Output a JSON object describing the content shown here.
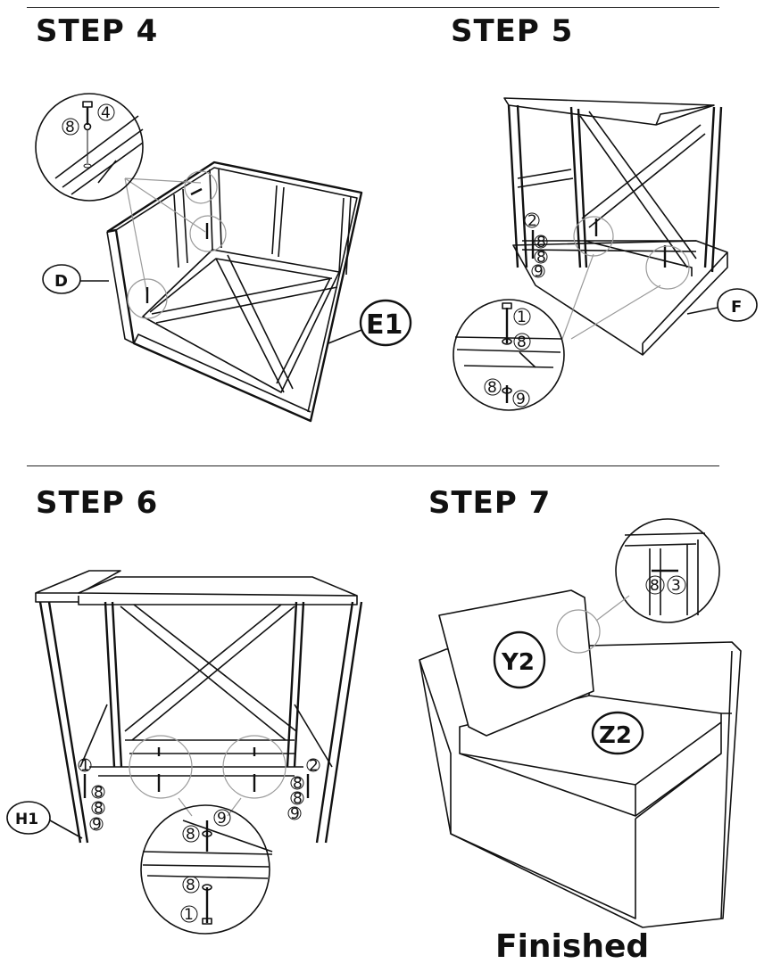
{
  "steps": [
    {
      "id": "step4",
      "title": "STEP 4",
      "parts": [
        "D",
        "E1"
      ],
      "hardware": [
        "4",
        "8"
      ]
    },
    {
      "id": "step5",
      "title": "STEP 5",
      "parts": [
        "F"
      ],
      "hardware": [
        "2",
        "8",
        "8",
        "9",
        "1",
        "8",
        "8",
        "9"
      ]
    },
    {
      "id": "step6",
      "title": "STEP 6",
      "parts": [
        "H1"
      ],
      "hardware": [
        "1",
        "8",
        "8",
        "9",
        "2",
        "8",
        "8",
        "9",
        "9",
        "8",
        "8",
        "1"
      ]
    },
    {
      "id": "step7",
      "title": "STEP 7",
      "parts": [
        "Y2",
        "Z2"
      ],
      "hardware": [
        "8",
        "3"
      ]
    }
  ],
  "finished_label": "Finished"
}
